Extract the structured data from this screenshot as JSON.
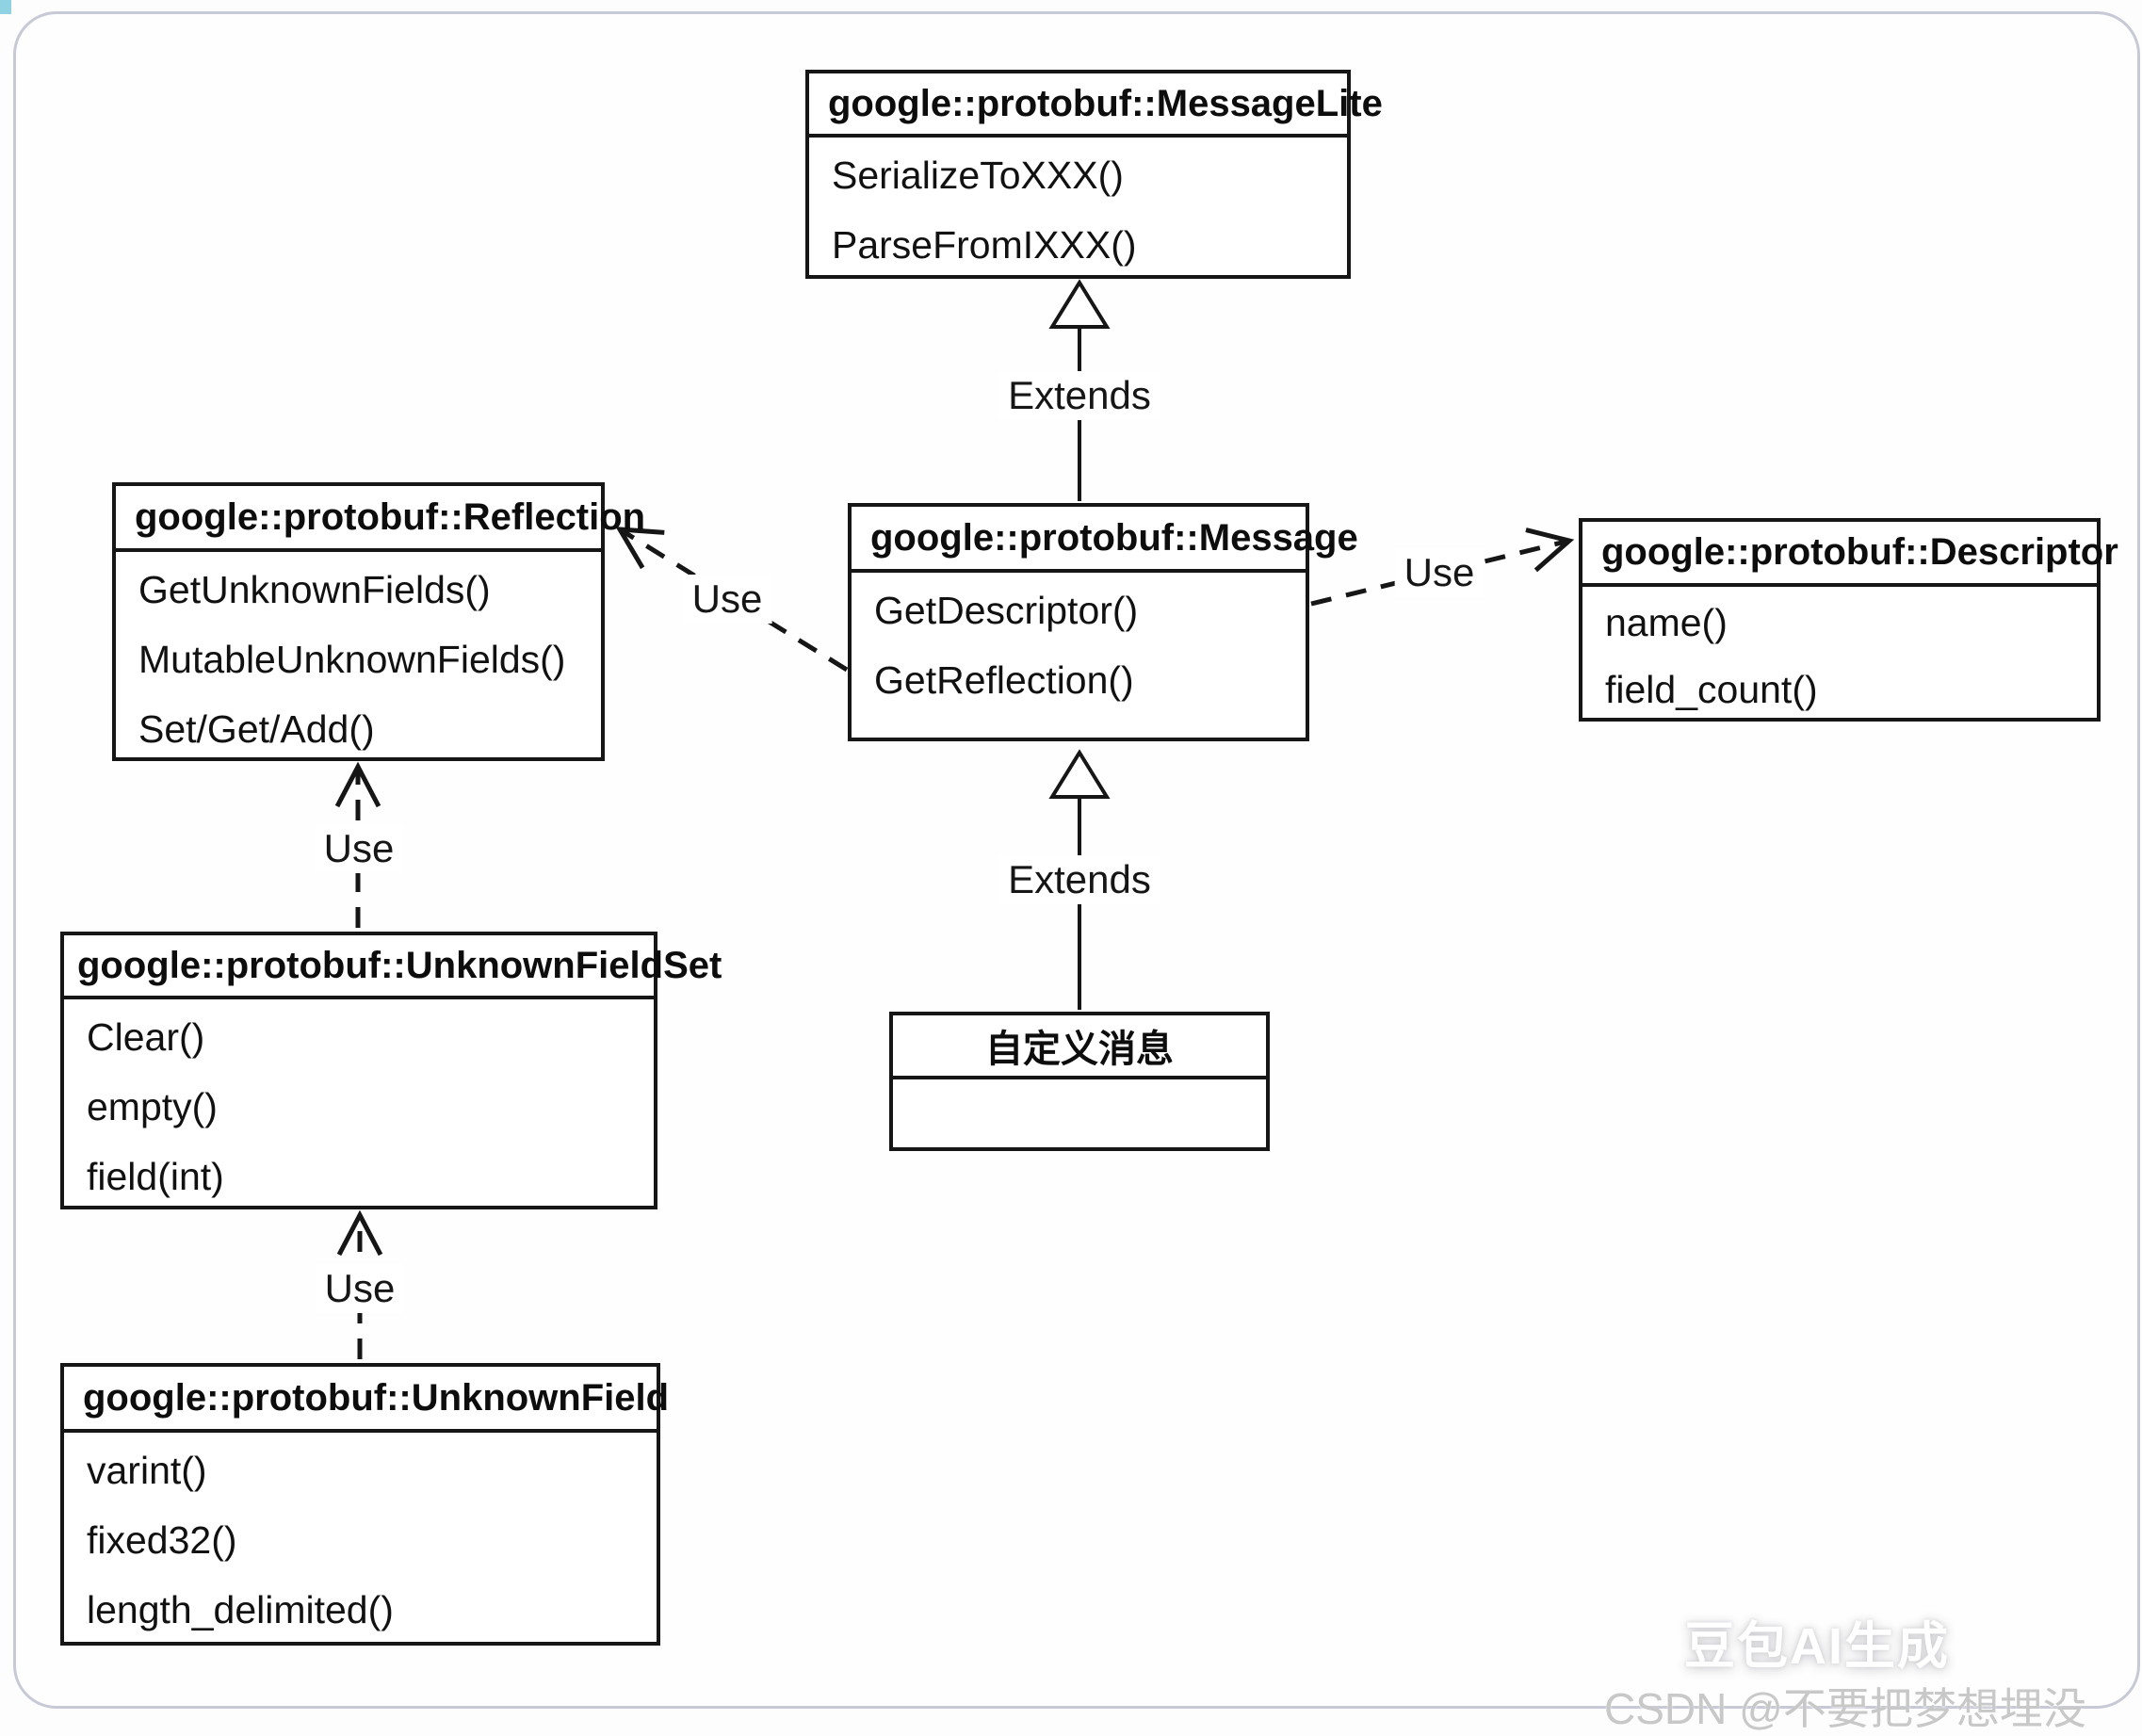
{
  "diagram": {
    "classes": [
      {
        "id": "messagelite",
        "name": "google::protobuf::MessageLite",
        "methods": [
          "SerializeToXXX()",
          "ParseFromIXXX()"
        ]
      },
      {
        "id": "message",
        "name": "google::protobuf::Message",
        "methods": [
          "GetDescriptor()",
          "GetReflection()"
        ]
      },
      {
        "id": "reflection",
        "name": "google::protobuf::Reflection",
        "methods": [
          "GetUnknownFields()",
          "MutableUnknownFields()",
          "Set/Get/Add()"
        ]
      },
      {
        "id": "descriptor",
        "name": "google::protobuf::Descriptor",
        "methods": [
          "name()",
          "field_count()"
        ]
      },
      {
        "id": "unknownfieldset",
        "name": "google::protobuf::UnknownFieldSet",
        "methods": [
          "Clear()",
          "empty()",
          "field(int)"
        ]
      },
      {
        "id": "unknownfield",
        "name": "google::protobuf::UnknownField",
        "methods": [
          "varint()",
          "fixed32()",
          "length_delimited()"
        ]
      },
      {
        "id": "custom-message",
        "name": "自定义消息",
        "methods": []
      }
    ],
    "relationships": [
      {
        "label": "Extends",
        "type": "inheritance",
        "from": "message",
        "to": "messagelite"
      },
      {
        "label": "Extends",
        "type": "inheritance",
        "from": "custom-message",
        "to": "message"
      },
      {
        "label": "Use",
        "type": "dependency",
        "from": "message",
        "to": "reflection"
      },
      {
        "label": "Use",
        "type": "dependency",
        "from": "message",
        "to": "descriptor"
      },
      {
        "label": "Use",
        "type": "dependency",
        "from": "unknownfieldset",
        "to": "reflection"
      },
      {
        "label": "Use",
        "type": "dependency",
        "from": "unknownfield",
        "to": "unknownfieldset"
      }
    ]
  },
  "watermarks": {
    "generator": "豆包AI生成",
    "attribution": "CSDN @不要把梦想埋没"
  },
  "colors": {
    "line": "#161616",
    "panel_border": "#c7c9d6",
    "corner_accent": "#8fd3e3",
    "watermark_grey": "#c8c8c8"
  }
}
